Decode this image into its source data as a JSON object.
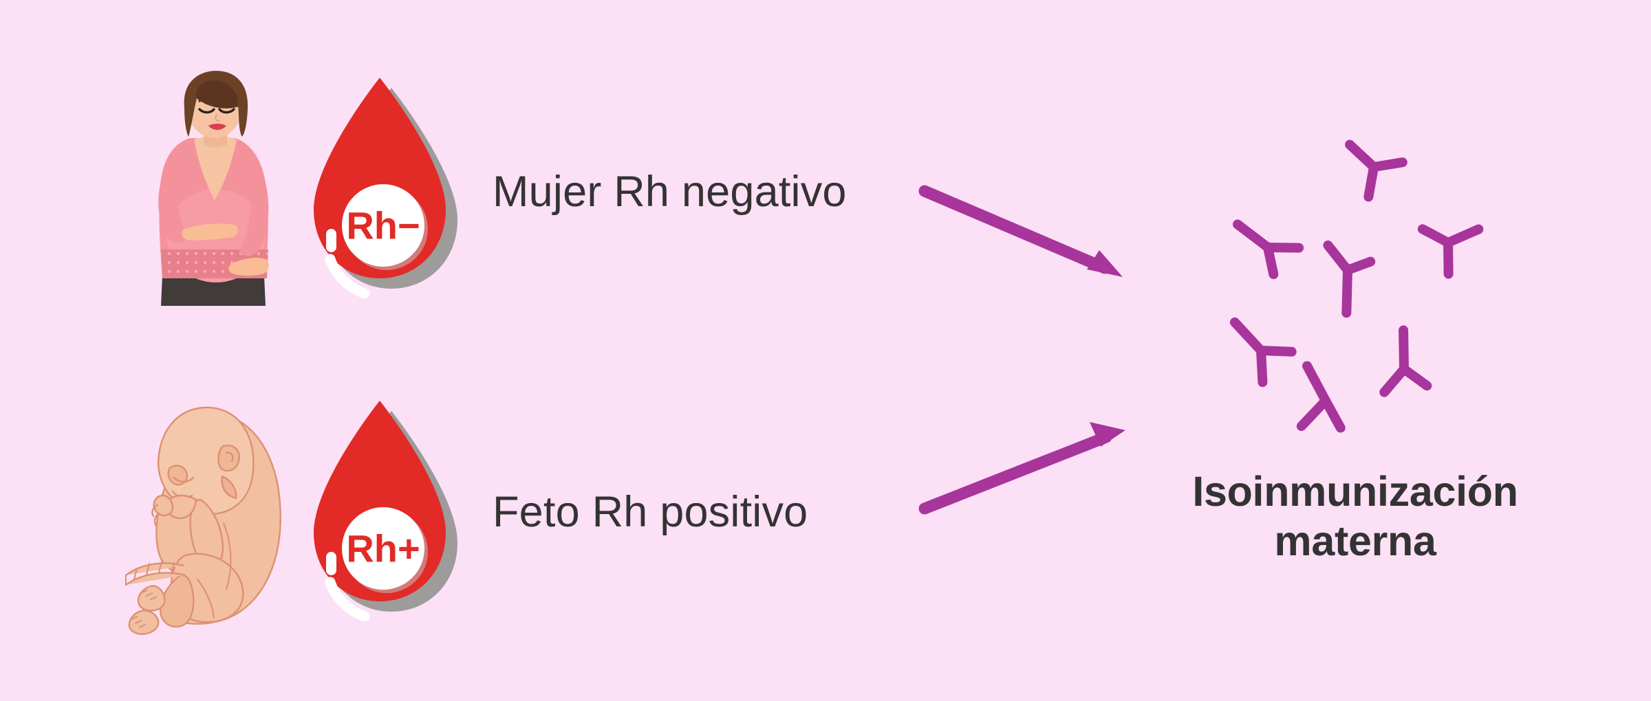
{
  "page": {
    "background_color": "#fce0f6",
    "title": "Isoinmunización materna",
    "language": "es"
  },
  "palette": {
    "background": "#fce0f6",
    "blood_red": "#e22a26",
    "blood_shadow": "#9e9b9b",
    "drop_highlight": "#ffffff",
    "antibody_purple": "#a8359b",
    "arrow_purple": "#a8359b",
    "text_dark": "#333333",
    "skin": "#f6c4a3",
    "skin_shade": "#eba584",
    "skin_outline": "#dc9171",
    "hair_brown": "#6b4226",
    "hair_brown_dark": "#5a3520",
    "dress_pink": "#f4929c",
    "dress_pink_dark": "#e8808c",
    "skirt_dark": "#413b3a",
    "lips_red": "#e03b4c"
  },
  "rows": [
    {
      "id": "mother",
      "figure_name": "pregnant-woman-illustration",
      "drop": {
        "name": "blood-drop-rh-negative",
        "badge_text": "Rh−",
        "rh_sign": "negative"
      },
      "label": "Mujer Rh negativo"
    },
    {
      "id": "fetus",
      "figure_name": "fetus-illustration",
      "drop": {
        "name": "blood-drop-rh-positive",
        "badge_text": "Rh+",
        "rh_sign": "positive"
      },
      "label": "Feto Rh positivo"
    }
  ],
  "arrows": [
    {
      "name": "arrow-mother-to-outcome",
      "direction": "down-right",
      "from": "Mujer Rh negativo",
      "to": "Isoinmunización materna"
    },
    {
      "name": "arrow-fetus-to-outcome",
      "direction": "up-right",
      "from": "Feto Rh positivo",
      "to": "Isoinmunización materna"
    }
  ],
  "outcome": {
    "name": "maternal-isoimmunization-outcome",
    "icon_name": "antibody-cluster-icon",
    "antibody_count": 7,
    "title_lines": [
      "Isoinmunización",
      "materna"
    ],
    "title_full": "Isoinmunización materna"
  },
  "chart_data": {
    "type": "diagram",
    "title": "Isoinmunización materna",
    "nodes": [
      {
        "id": "mother",
        "label": "Mujer Rh negativo",
        "icon": "pregnant-woman + blood-drop Rh−"
      },
      {
        "id": "fetus",
        "label": "Feto Rh positivo",
        "icon": "fetus + blood-drop Rh+"
      },
      {
        "id": "outcome",
        "label": "Isoinmunización materna",
        "icon": "antibody cluster (7 Y shapes)"
      }
    ],
    "edges": [
      {
        "from": "mother",
        "to": "outcome",
        "style": "arrow"
      },
      {
        "from": "fetus",
        "to": "outcome",
        "style": "arrow"
      }
    ]
  }
}
